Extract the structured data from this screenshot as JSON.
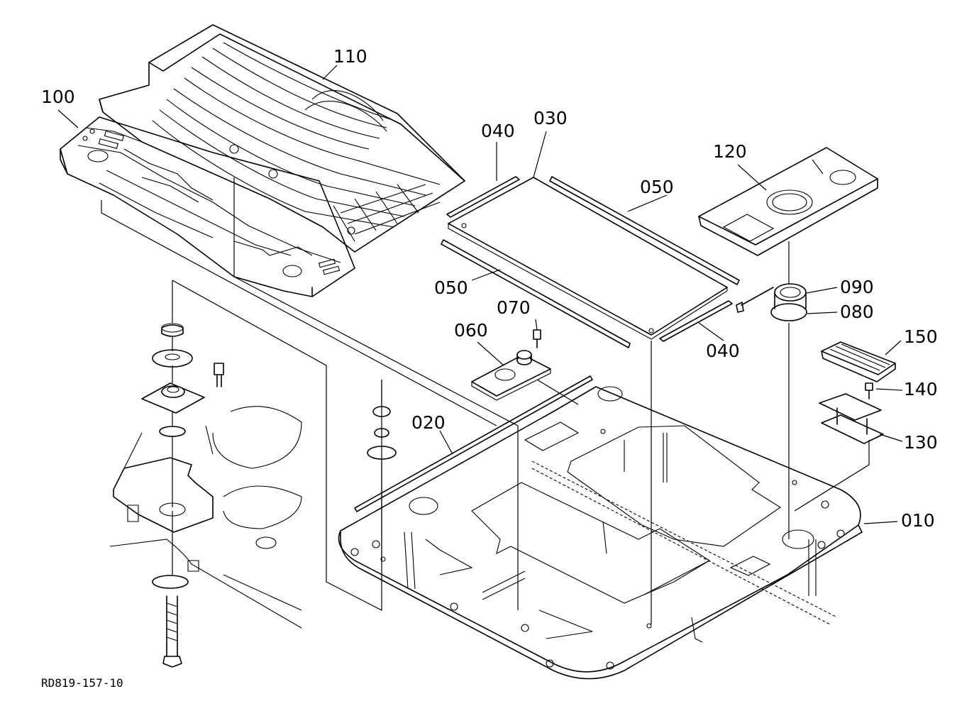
{
  "drawing_code": "RD819-157-10",
  "callouts": {
    "c010": "010",
    "c020": "020",
    "c030": "030",
    "c040a": "040",
    "c040b": "040",
    "c050a": "050",
    "c050b": "050",
    "c060": "060",
    "c070": "070",
    "c080": "080",
    "c090": "090",
    "c100": "100",
    "c110": "110",
    "c120": "120",
    "c130": "130",
    "c140": "140",
    "c150": "150"
  }
}
